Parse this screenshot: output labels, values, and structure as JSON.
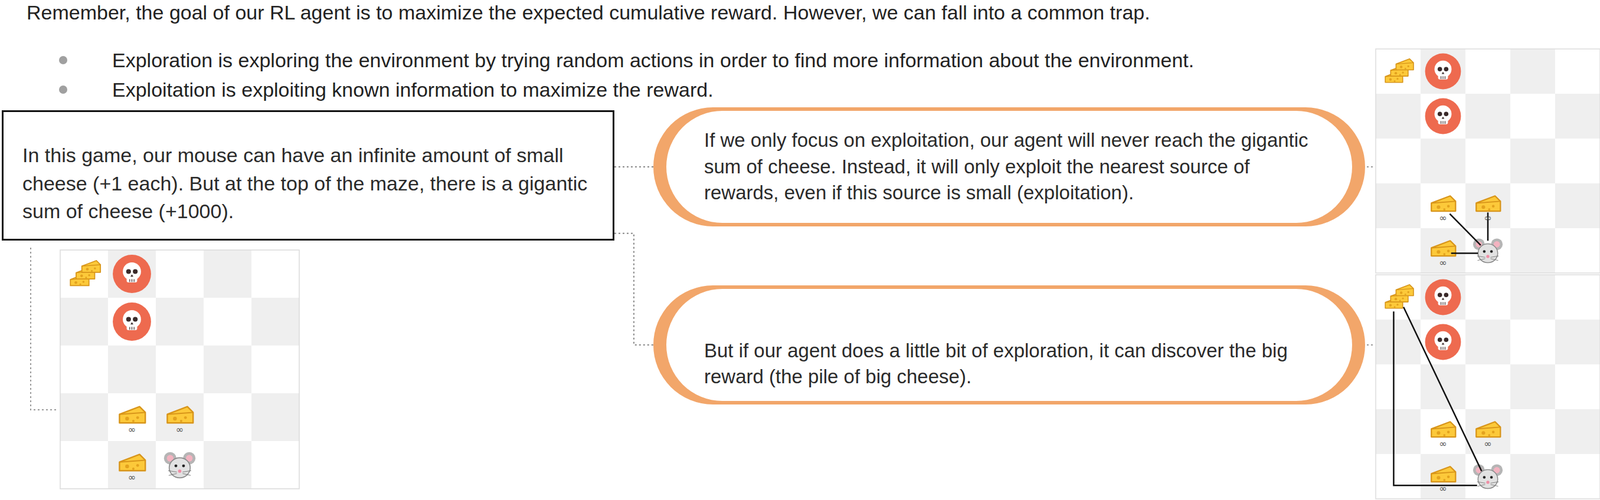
{
  "diagram": {
    "nodes": [
      {
        "text": [
          "In this game, our mouse can have an infinite amount of small cheese (+1 each). But at the top of the maze, there is a gigantic sum of cheese (+1000)."
        ]
      },
      {
        "text": [
          "If we only focus on exploitation, our agent will never reach the gigantic sum of cheese. Instead, it will only exploit the nearest source of rewards, even if this source is small (exploitation)."
        ]
      },
      {
        "text": [
          "But if our agent does a little bit of exploration, it can discover the big reward (the pile of big cheese)."
        ]
      }
    ],
    "edges": [
      {
        "from": 0,
        "to": 1,
        "arrow": "none"
      },
      {
        "from": 0,
        "to": 2,
        "arrow": "none"
      }
    ],
    "labels": [
      "Remember, the goal of our RL agent is to maximize the expected cumulative reward. However, we can fall into a common trap.",
      "Exploration is exploring the environment by trying random actions in order to find more information about the environment.",
      "Exploitation is exploiting known information to maximize the reward.",
      "∞",
      "∞",
      "∞",
      "∞",
      "∞",
      "∞",
      "∞",
      "∞",
      "∞"
    ]
  }
}
